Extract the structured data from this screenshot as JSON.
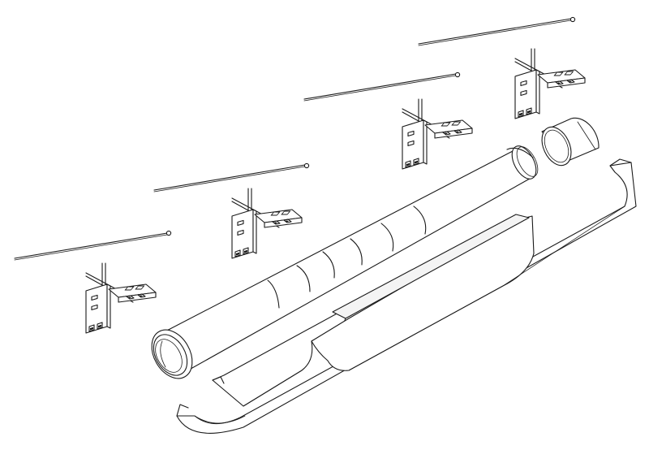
{
  "diagram": {
    "kind": "exploded-assembly-drawing",
    "line_color": "#1a1a1a",
    "background": "#ffffff",
    "parts": {
      "pipe": "pipe",
      "coupling_sleeve": "coupling-sleeve",
      "channel_cover": "channel-cover",
      "support_clips": 4,
      "tie_rods": 4
    }
  }
}
